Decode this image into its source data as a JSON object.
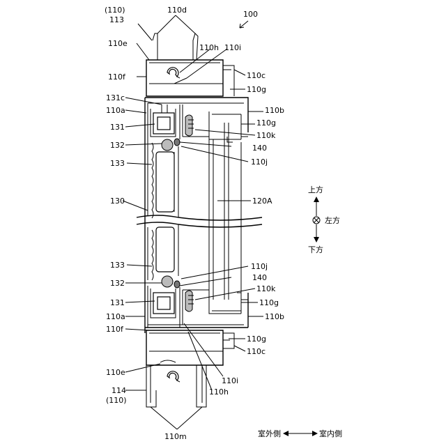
{
  "figure": {
    "ref_main": "100",
    "labels": {
      "l110_top": "(110)",
      "l113": "113",
      "l110d": "110d",
      "l110e_top": "110e",
      "l110h_top": "110h",
      "l110i_top": "110i",
      "l110f_top": "110f",
      "l110c_top": "110c",
      "l110g_1": "110g",
      "l131c": "131c",
      "l110a_top": "110a",
      "l110b_top": "110b",
      "l110g_2": "110g",
      "l131_top": "131",
      "l110k_top": "110k",
      "l132_top": "132",
      "l140_top": "140",
      "l133_top": "133",
      "l110j_top": "110j",
      "l130": "130",
      "l120A": "120A",
      "l133_bot": "133",
      "l110j_bot": "110j",
      "l132_bot": "132",
      "l140_bot": "140",
      "l110k_bot": "110k",
      "l131_bot": "131",
      "l110g_3": "110g",
      "l110a_bot": "110a",
      "l110b_bot": "110b",
      "l110f_bot": "110f",
      "l110g_4": "110g",
      "l110c_bot": "110c",
      "l110e_bot": "110e",
      "l110i_bot": "110i",
      "l114": "114",
      "l110_bot": "(110)",
      "l110h_bot": "110h",
      "l110m": "110m"
    },
    "directions": {
      "up": "上方",
      "left": "左方",
      "down": "下方",
      "outdoor": "室外側",
      "indoor": "室内側"
    }
  }
}
